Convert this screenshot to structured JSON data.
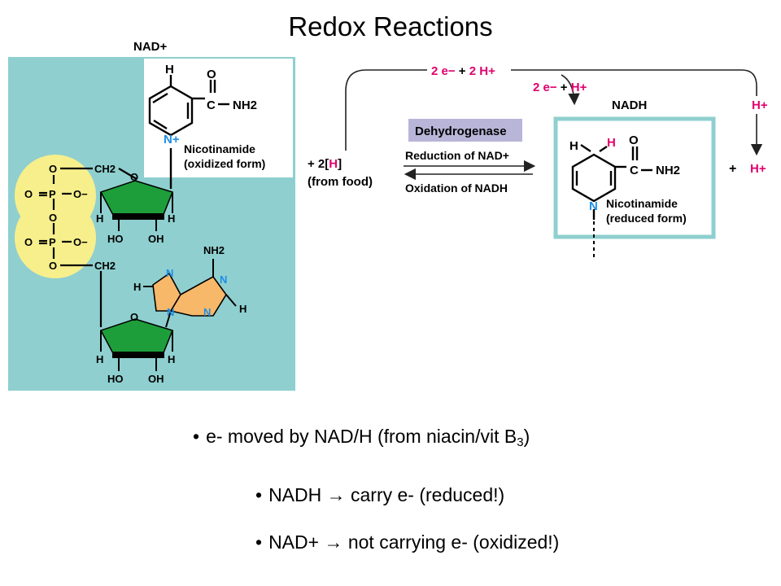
{
  "title": "Redox Reactions",
  "colors": {
    "panel": "#8fcfcf",
    "phosphate": "#f7ef8c",
    "ribose": "#1e9e3a",
    "adenine": "#f7b86a",
    "magenta": "#e0006e",
    "nitrogen": "#1e8ee6",
    "enzyme_box": "#b9b5d8"
  },
  "nad": {
    "label": "NAD+",
    "nicotinamide_label": "Nicotinamide",
    "form_label": "(oxidized form)",
    "atoms": {
      "h": "H",
      "o": "O",
      "c": "C",
      "nh2": "NH2",
      "nplus": "N+",
      "n": "N",
      "ch2": "CH2",
      "p": "P",
      "o_minus": "O−",
      "ho": "HO",
      "oh": "OH"
    }
  },
  "reaction": {
    "reactant_coef": "+ 2[",
    "reactant_h": "H",
    "reactant_close": "]",
    "from_food": "(from food)",
    "enzyme": "Dehydrogenase",
    "reduction": "Reduction of NAD+",
    "oxidation": "Oxidation of NADH",
    "top_e": "2 e−",
    "top_plus": "+",
    "top_h": "2 H+",
    "mid_e": "2 e−",
    "mid_plus": "+",
    "mid_h": "H+",
    "right_h": "H+",
    "plus": "+",
    "product_h": "H+"
  },
  "nadh": {
    "label": "NADH",
    "nicotinamide_label": "Nicotinamide",
    "form_label": "(reduced form)"
  },
  "bullets": [
    {
      "text": "e- moved by NAD/H (from niacin/vit B",
      "sub": "3",
      "after": ")"
    },
    {
      "before": "NADH",
      "arrow": "→",
      "after": "carry e- (reduced!)"
    },
    {
      "before": "NAD+",
      "arrow": "→",
      "after": "not carrying e- (oxidized!)"
    }
  ]
}
